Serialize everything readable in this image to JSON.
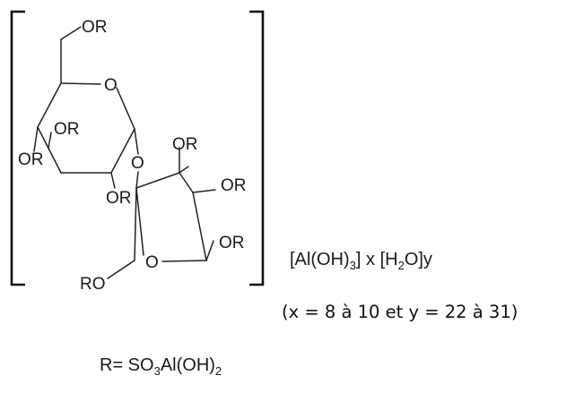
{
  "structure": {
    "atoms": {
      "or_top": "OR",
      "ring_o_glucose": "O",
      "or_glc_3": "OR",
      "or_glc_4": "OR",
      "or_glc_2": "OR",
      "o_glycosidic": "O",
      "or_fru_3": "OR",
      "or_fru_4": "OR",
      "or_fru_6": "OR",
      "ring_o_fructose": "O",
      "ro_fru_1": "RO"
    }
  },
  "complex_formula": {
    "pre": "[Al(OH)",
    "sub1": "3",
    "mid": "] x [H",
    "sub2": "2",
    "post": "O]y"
  },
  "condition_note": "(x = 8 à 10 et y = 22 à 31)",
  "r_group": {
    "pre": "R= SO",
    "sub1": "3",
    "mid": "Al(OH)",
    "sub2": "2"
  }
}
